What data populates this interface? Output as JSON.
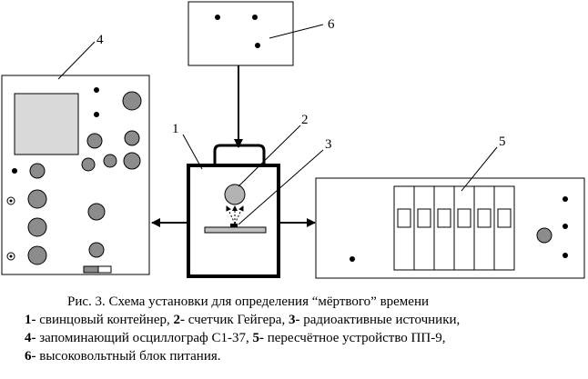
{
  "labels": {
    "n1": "1",
    "n2": "2",
    "n3": "3",
    "n4": "4",
    "n5": "5",
    "n6": "6"
  },
  "caption": {
    "title": "Рис. 3. Схема установки для определения “мёртвого” времени",
    "items": [
      {
        "num": "1-",
        "text": " свинцовый контейнер, "
      },
      {
        "num": "2-",
        "text": " счетчик Гейгера, "
      },
      {
        "num": "3-",
        "text": "  радиоактивные источники,"
      },
      {
        "num": "4-",
        "text": " запоминающий осциллограф С1-37, "
      },
      {
        "num": "5-",
        "text": " пересчётное устройство ПП-9,"
      },
      {
        "num": "6-",
        "text": " высоковольтный блок питания."
      }
    ]
  }
}
